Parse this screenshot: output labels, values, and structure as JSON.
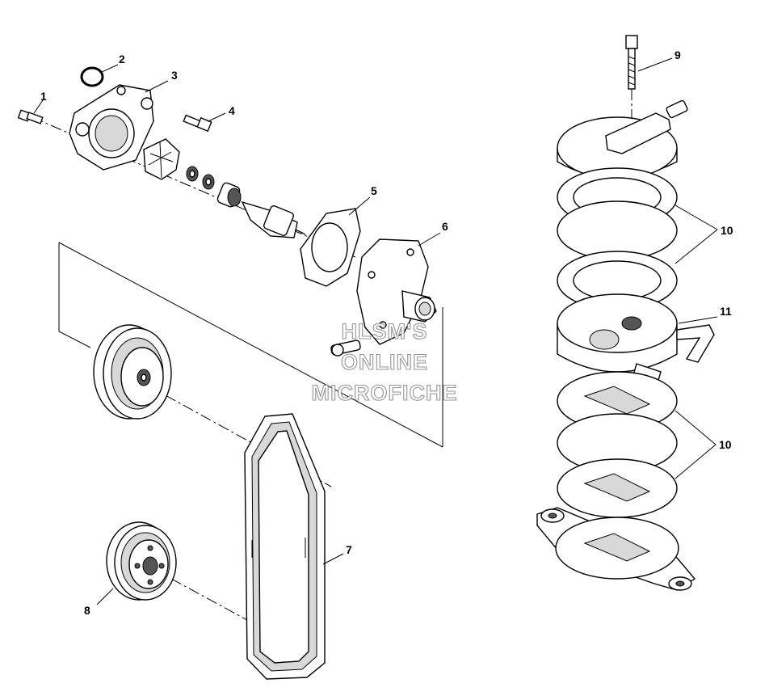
{
  "callouts": {
    "c1": "1",
    "c2": "2",
    "c3": "3",
    "c4": "4",
    "c5": "5",
    "c6": "6",
    "c7": "7",
    "c8": "8",
    "c9": "9",
    "c10a": "10",
    "c10b": "10",
    "c11": "11"
  },
  "watermark": {
    "line1": "HLSM'S",
    "line2": "ONLINE",
    "line3": "MICROFICHE"
  }
}
